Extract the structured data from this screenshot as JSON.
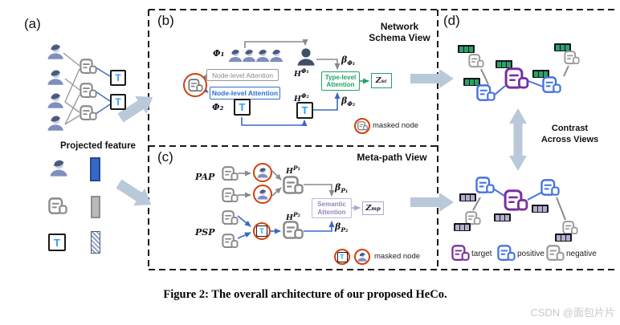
{
  "t_letter": "T",
  "caption": "Figure 2: The overall architecture of our proposed HeCo.",
  "watermark": "CSDN @面包片片",
  "colors": {
    "accent_blue": "#3b68c4",
    "accent_green": "#21a366",
    "accent_purple": "#7a2fa0",
    "masked_red": "#d0400e",
    "flow_arrow": "#b9c9d9"
  },
  "panel_a": {
    "label": "(a)",
    "projected_feature": "Projected feature"
  },
  "panel_b": {
    "label": "(b)",
    "title": [
      "Network",
      "Schema View"
    ],
    "phi1": "Φ₁",
    "phi2": "Φ₂",
    "node_attention_gray": "Node-level Attention",
    "node_attention_blue": "Node-level Attention",
    "type_attention": [
      "Type-level",
      "Attention"
    ],
    "h_phi1": {
      "base": "H",
      "sup": "Φ₁"
    },
    "h_phi2": {
      "base": "H",
      "sup": "Φ₂"
    },
    "beta_phi1": {
      "base": "β",
      "sub": "Φ₁"
    },
    "beta_phi2": {
      "base": "β",
      "sub": "Φ₂"
    },
    "z_sc": {
      "base": "Z",
      "sup": "sc"
    },
    "masked_node": "masked node"
  },
  "panel_c": {
    "label": "(c)",
    "title": "Meta-path View",
    "metapath1": "PAP",
    "metapath2": "PSP",
    "semantic_attention": [
      "Semantic",
      "Attention"
    ],
    "h_p1": {
      "base": "H",
      "sup": "P₁"
    },
    "h_p2": {
      "base": "H",
      "sup": "P₂"
    },
    "beta_p1": {
      "base": "β",
      "sub": "P₁"
    },
    "beta_p2": {
      "base": "β",
      "sub": "P₂"
    },
    "z_mp": {
      "base": "Z",
      "sup": "mp"
    },
    "masked_node": "masked node"
  },
  "panel_d": {
    "label": "(d)",
    "contrast": [
      "Contrast",
      "Across Views"
    ],
    "legend": [
      {
        "label": "target"
      },
      {
        "label": "positive"
      },
      {
        "label": "negative"
      }
    ]
  }
}
